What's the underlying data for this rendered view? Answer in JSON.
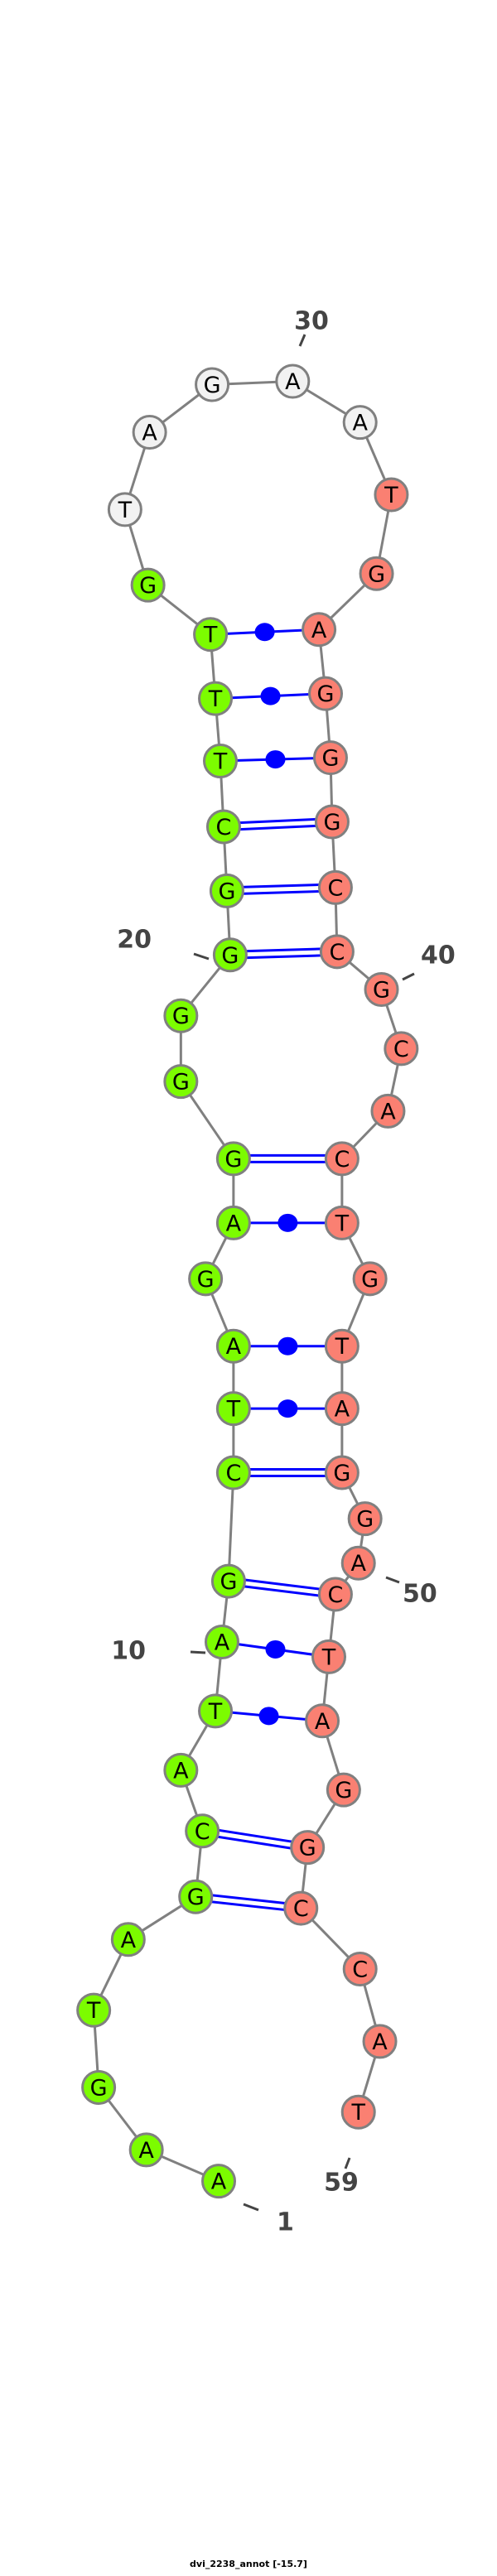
{
  "title": "dvi_2238_annot [-15.7]",
  "sequence": "AAGTAGCATAGCTAGAGGGGGCTTTGTAGAATGAGGGCCGCACTGTAGGACTAGGCCAT",
  "pairs": [
    [
      6,
      56
    ],
    [
      7,
      55
    ],
    [
      9,
      53
    ],
    [
      10,
      52
    ],
    [
      11,
      51
    ],
    [
      12,
      48
    ],
    [
      13,
      47
    ],
    [
      14,
      46
    ],
    [
      16,
      44
    ],
    [
      17,
      43
    ],
    [
      20,
      39
    ],
    [
      21,
      38
    ],
    [
      22,
      37
    ],
    [
      23,
      36
    ],
    [
      24,
      35
    ],
    [
      25,
      34
    ]
  ],
  "regions": [
    {
      "from": 1,
      "to": 26,
      "color": "#7cfc00"
    },
    {
      "from": 27,
      "to": 31,
      "color": "#f2f2f2"
    },
    {
      "from": 32,
      "to": 59,
      "color": "#fa8072"
    }
  ],
  "colors": {
    "backbone": "#808080",
    "pair": "#0000ff",
    "outline": "#808080",
    "label": "#444444"
  },
  "position_labels": [
    "1",
    "10",
    "20",
    "30",
    "40",
    "50",
    "59"
  ]
}
